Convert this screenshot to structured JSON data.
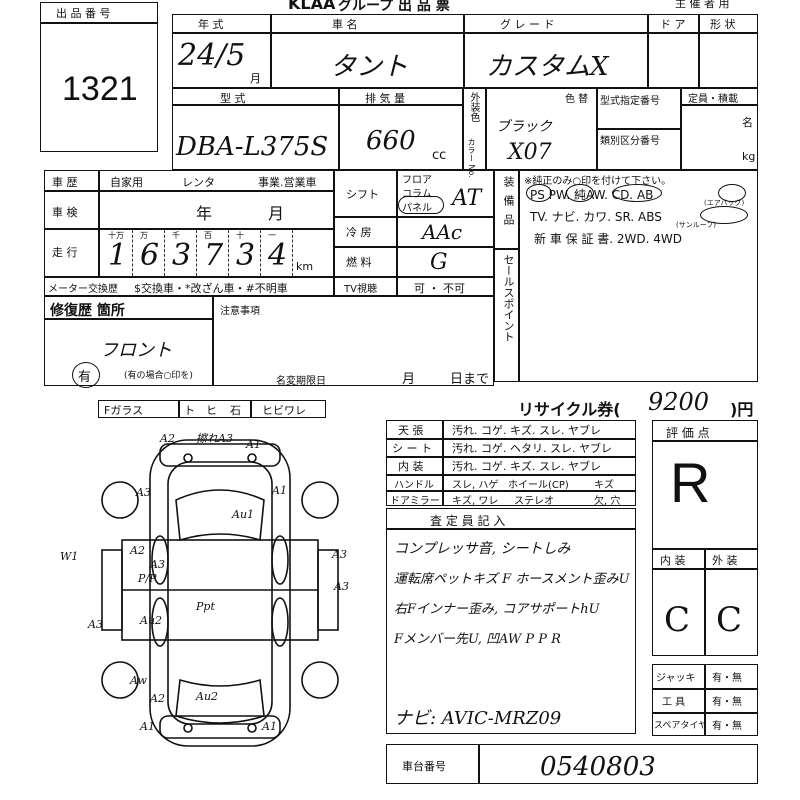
{
  "header": {
    "logo_text": "KLAA",
    "title": "グループ 出 品 票",
    "organizer_label": "主 催 者 用"
  },
  "lot": {
    "label": "出 品 番 号",
    "number": "1321"
  },
  "top_row": {
    "year_label": "年 式",
    "car_label": "車 名",
    "grade_label": "グ レ ー ド",
    "door_label": "ド ア",
    "shape_label": "形 状",
    "year_value": "24/5",
    "month_unit": "月",
    "car_value": "タント",
    "grade_value": "カスタムX"
  },
  "second_row": {
    "model_label": "型 式",
    "displacement_label": "排 気 量",
    "exterior_label": "外装色",
    "color_no_label": "カラー No.",
    "color_label": "色 替",
    "model_no_label": "型式指定番号",
    "category_label": "類別区分番号",
    "capacity_label": "定員・積載",
    "people_unit": "名",
    "kg_unit": "kg",
    "model_value": "DBA-L375S",
    "displacement_value": "660",
    "cc_unit": "cc",
    "color_value": "ブラック",
    "color_no_value": "X07"
  },
  "history": {
    "history_label": "車 歴",
    "use_options": [
      "自家用",
      "レンタ",
      "事業.営業車"
    ],
    "inspection_label": "車 検",
    "year_unit": "年",
    "month_unit": "月",
    "mileage_label": "走 行",
    "digit_units": [
      "十万",
      "万",
      "千",
      "百",
      "十",
      "一"
    ],
    "mileage_digits": [
      "1",
      "6",
      "3",
      "7",
      "3",
      "4"
    ],
    "km_unit": "km",
    "meter_label": "メーター交換歴",
    "meter_note": "$交換車・*改ざん車・#不明車"
  },
  "specs": {
    "shift_label": "シフト",
    "shift_options": [
      "フロア",
      "コラム",
      "パネル"
    ],
    "shift_value": "AT",
    "ac_label": "冷 房",
    "ac_value": "AAc",
    "fuel_label": "燃 料",
    "fuel_value": "G",
    "tv_label": "TV視聴",
    "tv_options": "可 ・ 不可"
  },
  "equipment": {
    "label": "装備品",
    "note": "※純正のみ○印を付けて下さい。",
    "line1": "PS  PW.  純AW.  CD.  AB",
    "line2": "TV.  ナビ.  カワ.  SR.  ABS",
    "line3": "新 車 保 証 書.  2WD.  4WD",
    "sunroof_label": "(サンルーフ)",
    "airbag_label": "(エアバッグ)",
    "sale_point_label": "セールスポイント"
  },
  "repair": {
    "label": "修復歴 箇所",
    "handwritten": "フロント",
    "has_mark": "有",
    "has_note": "(有の場合○印を)",
    "notes_label": "注意事項",
    "name_change_label": "名変期限日",
    "month_unit": "月",
    "day_unit": "日まで"
  },
  "recycle": {
    "label": "リサイクル券(",
    "amount": "9200",
    "unit": ")円"
  },
  "glass": {
    "items": [
      "Fガラス",
      "ト",
      "ヒ",
      "石",
      "ヒビワレ"
    ]
  },
  "condition": {
    "rows": [
      {
        "label": "天 張",
        "opts": "汚れ. コゲ. キズ. スレ. ヤブレ"
      },
      {
        "label": "シ ー ト",
        "opts": "汚れ. コゲ. ヘタリ. スレ. ヤブレ"
      },
      {
        "label": "内 装",
        "opts": "汚れ. コゲ. キズ. スレ. ヤブレ"
      }
    ],
    "handle_label": "ハンドル",
    "handle_opts": "スレ, ハゲ",
    "wheel_label": "ホイール(CP)",
    "wheel_opts": "キズ",
    "mirror_label": "ドアミラー",
    "mirror_opts": "キズ, ワレ",
    "stereo_label": "ステレオ",
    "stereo_opts": "欠, 穴"
  },
  "inspector": {
    "label": "査 定 員 記 入",
    "lines": [
      "コンプレッサ音, シートしみ",
      "運転席ペットキズ F ホースメント歪みU",
      "右Fインナー歪み, コアサポートhU",
      "Fメンバー先U, 凹AW P P R",
      "ナビ: AVIC-MRZ09"
    ]
  },
  "grades": {
    "label": "評 価 点",
    "overall": "R",
    "interior_label": "内 装",
    "exterior_label": "外 装",
    "interior": "C",
    "exterior": "C"
  },
  "tools": {
    "rows": [
      {
        "label": "ジャッキ",
        "opts": "有・無"
      },
      {
        "label": "工 具",
        "opts": "有・無"
      },
      {
        "label": "スペアタイヤ",
        "opts": "有・無"
      }
    ]
  },
  "chassis": {
    "label": "車台番号",
    "value": "0540803"
  },
  "diagram_marks": [
    "A2",
    "擦れA3",
    "A1",
    "A3",
    "Au1",
    "A1",
    "A2",
    "W1",
    "A3",
    "A3",
    "P/P",
    "Au2",
    "A3",
    "Ppt",
    "A3",
    "Aw",
    "Au2",
    "A2",
    "A1",
    "A1"
  ]
}
